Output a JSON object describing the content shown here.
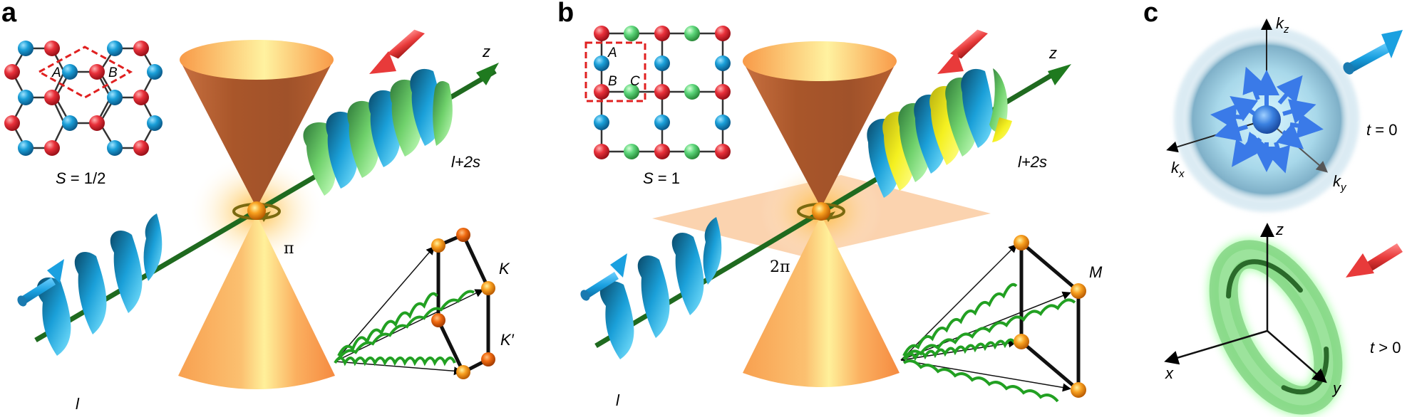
{
  "figure": {
    "panels": [
      {
        "id": "a",
        "letter": "a",
        "lattice": {
          "type": "honeycomb",
          "unit_cell_labels": [
            "A",
            "B"
          ],
          "spin_label_var": "S",
          "spin_label_eq": " = 1/2",
          "site_colors": [
            "#1a9fd8",
            "#e8303a"
          ]
        },
        "cone_phase": "π",
        "beam_in_label": "l",
        "beam_out_label": "l+2s",
        "axis_label": "z",
        "valley_labels": [
          "K",
          "K′"
        ],
        "incoming_arrow_color": "#2aa8e0",
        "outgoing_arrow_color": "#e83a3a"
      },
      {
        "id": "b",
        "letter": "b",
        "lattice": {
          "type": "Lieb",
          "unit_cell_labels": [
            "A",
            "B",
            "C"
          ],
          "spin_label_var": "S",
          "spin_label_eq": " = 1",
          "site_colors": [
            "#1a9fd8",
            "#e8303a",
            "#5cd67a"
          ]
        },
        "cone_phase": "2π",
        "beam_in_label": "l",
        "beam_out_label": "l+2s",
        "axis_label": "z",
        "valley_labels": [
          "M"
        ],
        "flat_band_color": "#f9b67a"
      },
      {
        "id": "c",
        "letter": "c",
        "top": {
          "axes": [
            "k_x",
            "k_y",
            "k_z"
          ],
          "axis_base": "k",
          "axis_subs": [
            "x",
            "y",
            "z"
          ],
          "time_var": "t",
          "time_label": " = 0",
          "object": "momentum-space sphere with radial arrows"
        },
        "bottom": {
          "axes": [
            "x",
            "y",
            "z"
          ],
          "time_var": "t",
          "time_label": " > 0",
          "object": "real-space vortex ring (torus)"
        }
      }
    ],
    "colors": {
      "cone_dark": "#a9562a",
      "cone_light": "#ffe89a",
      "cone_orange": "#f89a48",
      "helix_blue": "#1a9fd8",
      "helix_green": "#7be07d",
      "helix_yellow": "#f4f020",
      "axis_green": "#1f7a1f",
      "sphere_blue": "#7fb8d0",
      "torus_green": "#5fd65f"
    }
  }
}
